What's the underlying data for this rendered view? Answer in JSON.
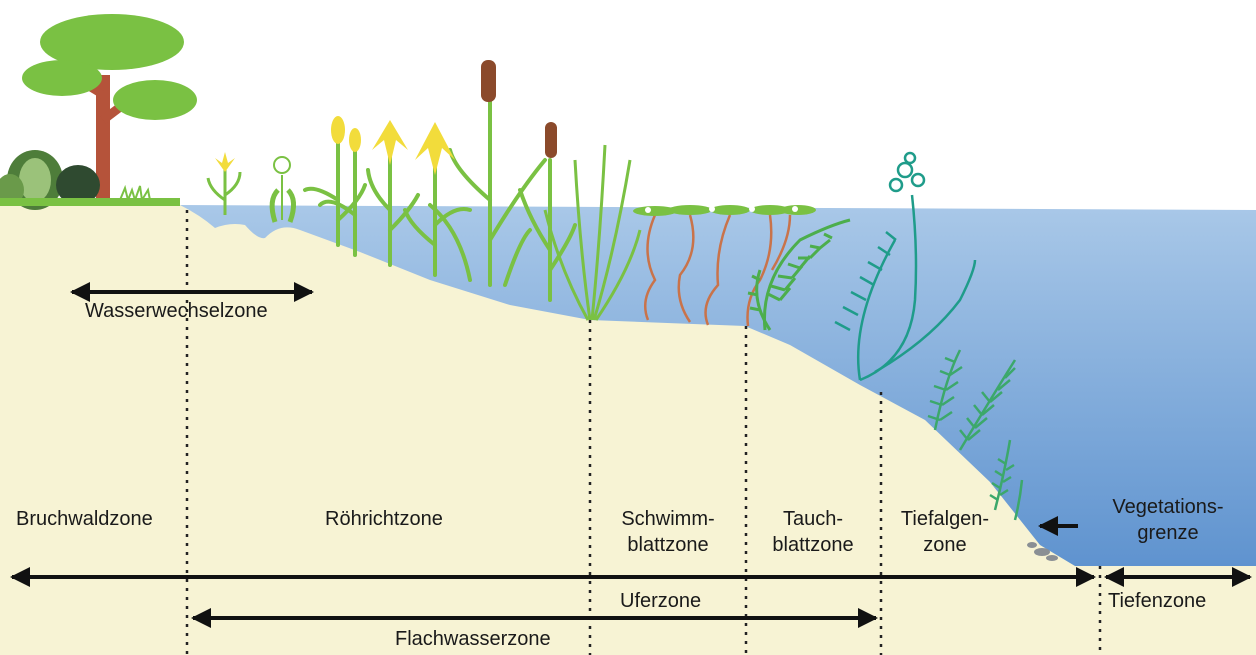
{
  "zones": {
    "bruchwald": "Bruchwaldzone",
    "roehricht": "Röhrichtzone",
    "schwimmblatt_line1": "Schwimm-",
    "schwimmblatt_line2": "blattzone",
    "tauchblatt_line1": "Tauch-",
    "tauchblatt_line2": "blattzone",
    "tiefalgen_line1": "Tiefalgen-",
    "tiefalgen_line2": "zone",
    "vegetationsgrenze_line1": "Vegetations-",
    "vegetationsgrenze_line2": "grenze"
  },
  "ranges": {
    "wasserwechsel": "Wasserwechselzone",
    "ufer": "Uferzone",
    "flachwasser": "Flachwasserzone",
    "tiefen": "Tiefenzone"
  },
  "colors": {
    "sand": "#f7f3d4",
    "water_top": "#a9c8e8",
    "water_bottom": "#5f93cf",
    "plant_green": "#7ac143",
    "reed_yellow": "#f2dc3b",
    "cattail_brown": "#8b4a2b",
    "tree_trunk": "#b5533a",
    "stem_orange": "#c9734a",
    "milfoil_teal": "#2aa58f"
  }
}
